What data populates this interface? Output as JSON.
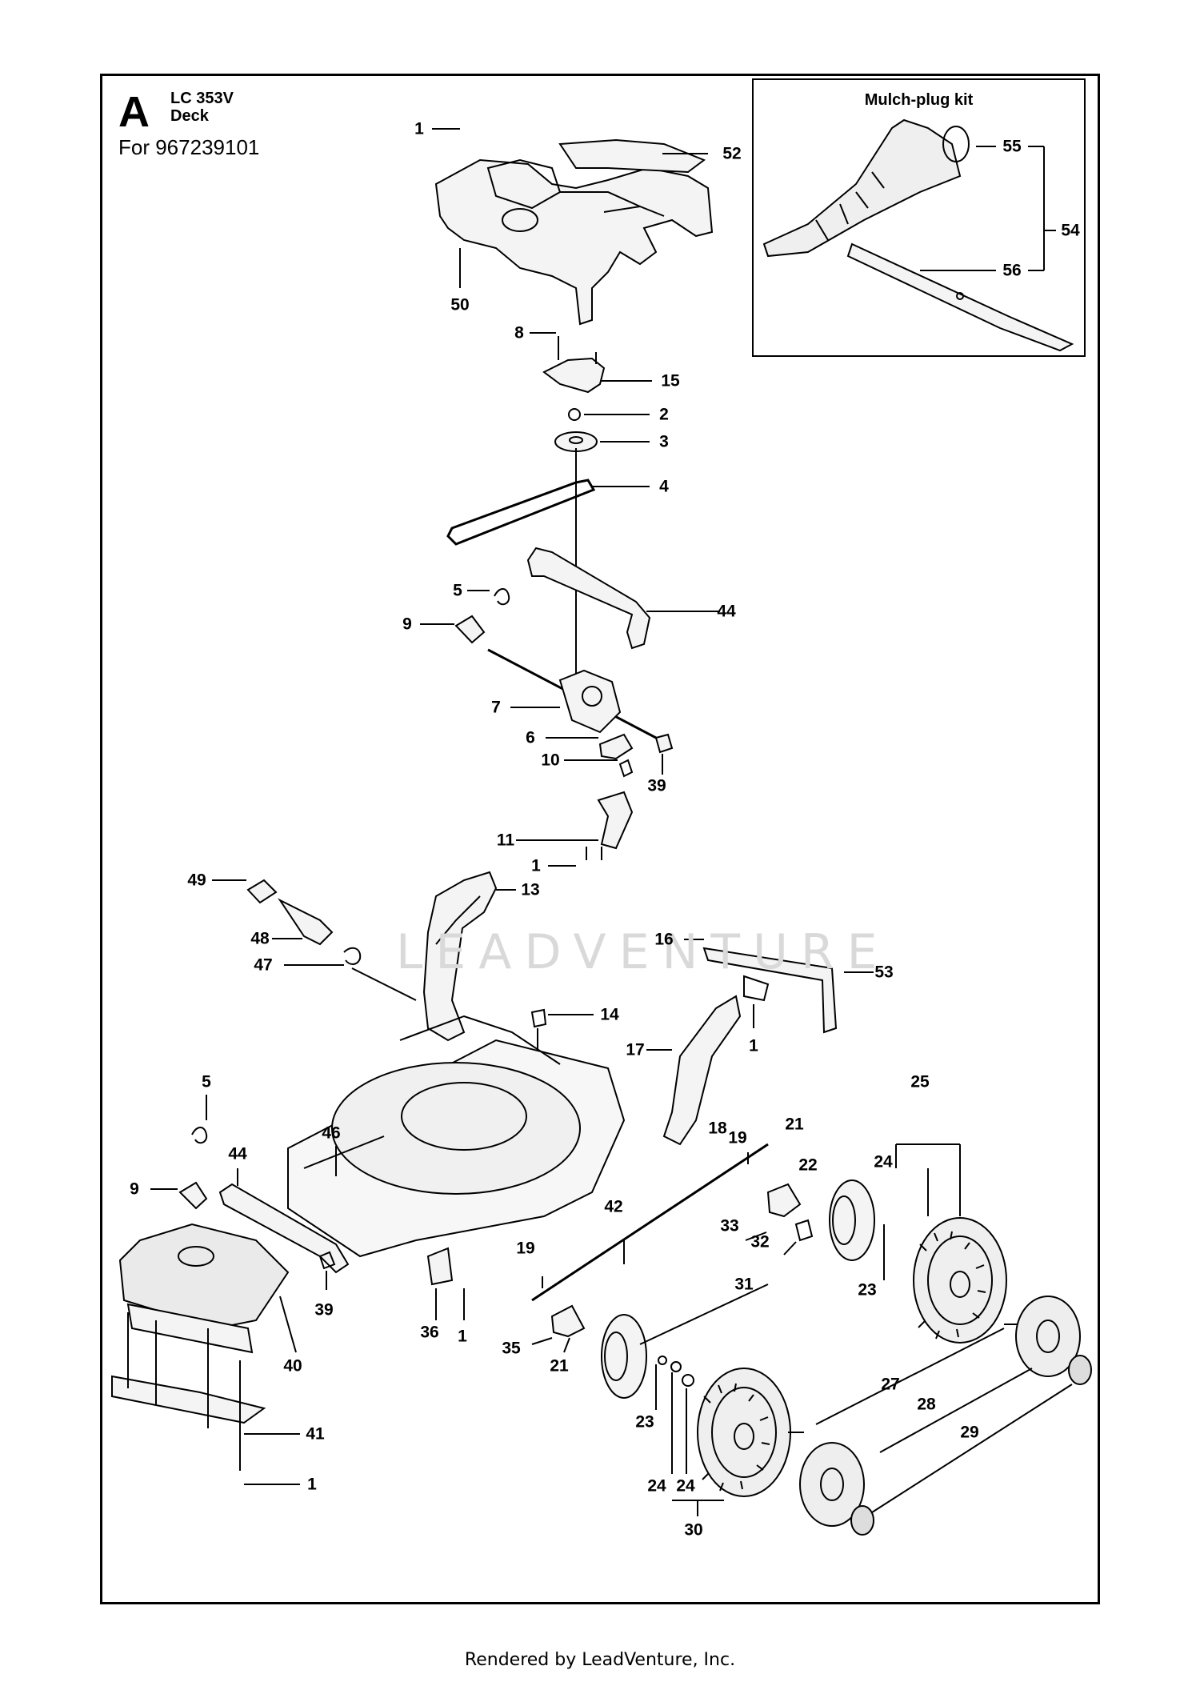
{
  "header": {
    "letter": "A",
    "model": "LC 353V",
    "section": "Deck",
    "for_text": "For 967239101"
  },
  "kit": {
    "title": "Mulch-plug kit"
  },
  "watermark": "LEADVENTURE",
  "footer": "Rendered by LeadVenture, Inc.",
  "callouts": {
    "c1a": "1",
    "c52": "52",
    "c50": "50",
    "c55": "55",
    "c54": "54",
    "c56": "56",
    "c8": "8",
    "c15": "15",
    "c2": "2",
    "c3": "3",
    "c4": "4",
    "c5a": "5",
    "c44a": "44",
    "c9a": "9",
    "c7": "7",
    "c6": "6",
    "c10": "10",
    "c39a": "39",
    "c11": "11",
    "c1b": "1",
    "c49": "49",
    "c13": "13",
    "c48": "48",
    "c47": "47",
    "c16": "16",
    "c53": "53",
    "c14": "14",
    "c1c": "1",
    "c17": "17",
    "c25": "25",
    "c5b": "5",
    "c46": "46",
    "c18": "18",
    "c19a": "19",
    "c21a": "21",
    "c44b": "44",
    "c22": "22",
    "c24a": "24",
    "c9b": "9",
    "c33": "33",
    "c32": "32",
    "c42": "42",
    "c23a": "23",
    "c19b": "19",
    "c31": "31",
    "c39b": "39",
    "c36": "36",
    "c1d": "1",
    "c35": "35",
    "c21b": "21",
    "c40": "40",
    "c27": "27",
    "c28": "28",
    "c23b": "23",
    "c29": "29",
    "c41": "41",
    "c24b": "24",
    "c24c": "24",
    "c1e": "1",
    "c30": "30"
  }
}
